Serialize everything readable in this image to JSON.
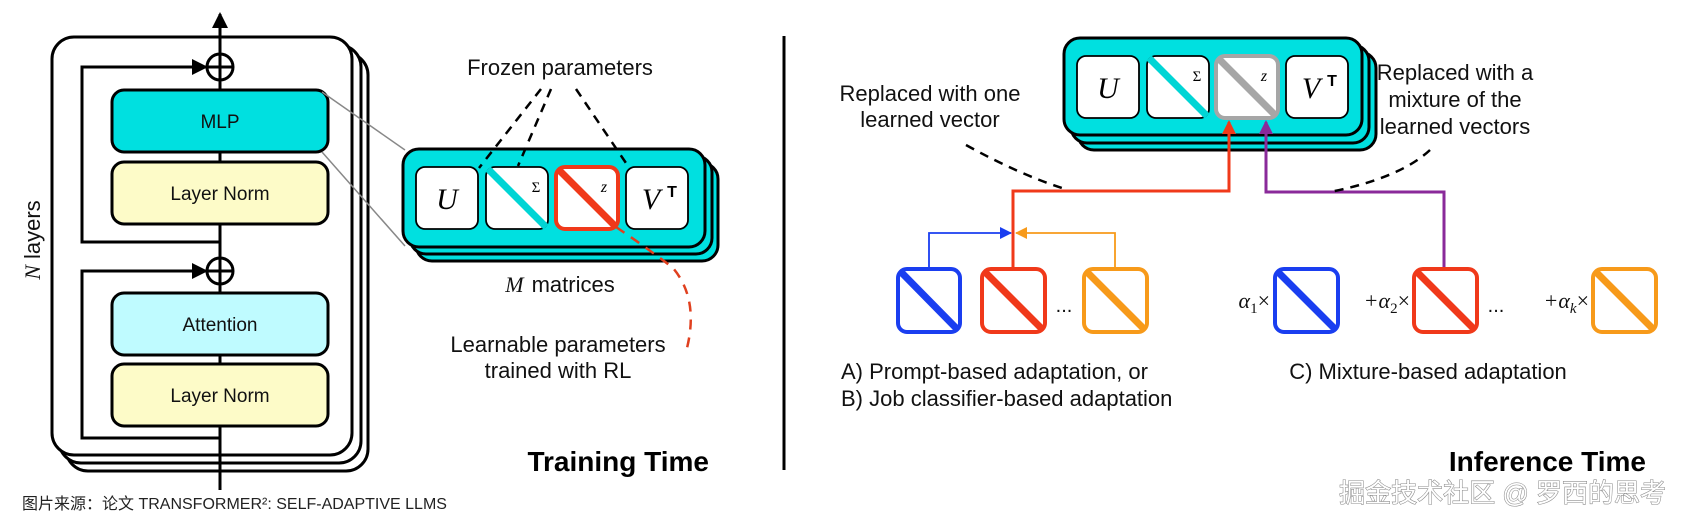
{
  "training": {
    "n_layers_var": "N",
    "n_layers_label": "layers",
    "blocks": {
      "mlp": "MLP",
      "layer_norm_top": "Layer Norm",
      "attention": "Attention",
      "layer_norm_bottom": "Layer Norm"
    },
    "frozen_label": "Frozen parameters",
    "matrices": {
      "u": "U",
      "sigma": "Σ",
      "z": "z",
      "v": "V",
      "v_sup": "T"
    },
    "m_var": "M",
    "m_label": "matrices",
    "learnable_line1": "Learnable parameters",
    "learnable_line2": "trained with RL",
    "section_title": "Training Time"
  },
  "inference": {
    "matrices": {
      "u": "U",
      "sigma": "Σ",
      "z": "z",
      "v": "V",
      "v_sup": "T"
    },
    "replaced_one_line1": "Replaced with one",
    "replaced_one_line2": "learned vector",
    "replaced_mix_line1": "Replaced with a",
    "replaced_mix_line2": "mixture of the",
    "replaced_mix_line3": "learned vectors",
    "ellipsis": "...",
    "mix_terms": {
      "a1": "α",
      "a1_sub": "1",
      "a2_prefix": "+α",
      "a2_sub": "2",
      "ak_prefix": "+α",
      "ak_sub": "k",
      "times": "×"
    },
    "caption_a": "A) Prompt-based adaptation, or",
    "caption_b": "B) Job classifier-based adaptation",
    "caption_c": "C) Mixture-based adaptation",
    "section_title": "Inference Time"
  },
  "footer": {
    "source": "图片来源：论文 TRANSFORMER²: SELF-ADAPTIVE LLMS",
    "watermark": "掘金技术社区 @ 罗西的思考"
  },
  "colors": {
    "cyan": "#00e0e0",
    "light_cyan": "#bffbff",
    "pale_yellow": "#fdfbc8",
    "red": "#f0391a",
    "blue": "#1a3ef0",
    "orange": "#f79a1a",
    "purple": "#8a2a9a",
    "grey": "#a6a6a6"
  }
}
